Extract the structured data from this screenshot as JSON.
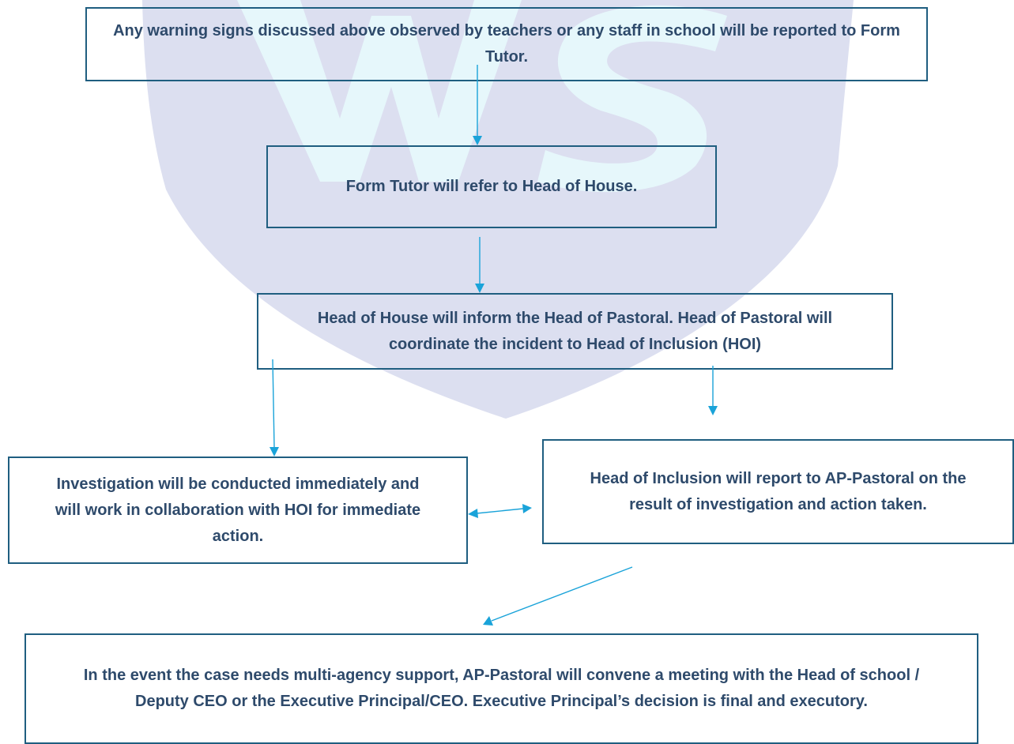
{
  "flowchart": {
    "watermark_text": "WS",
    "steps": {
      "report_to_tutor": "Any warning signs discussed above observed by teachers or any staff in school will be reported to Form Tutor.",
      "tutor_refers": "Form Tutor will refer to Head of House.",
      "house_informs": "Head of House will inform the Head of Pastoral. Head of Pastoral will coordinate the incident to Head of Inclusion (HOI)",
      "investigation": "Investigation will be conducted immediately and will work in collaboration with HOI for immediate action.",
      "inclusion_reports": "Head of Inclusion will report to AP-Pastoral on the result of investigation and action taken.",
      "multi_agency": "In the event the case needs multi-agency support, AP-Pastoral will convene a meeting with the Head of school / Deputy CEO or the Executive Principal/CEO. Executive Principal’s decision is final and executory."
    },
    "colors": {
      "box_border": "#1f5e80",
      "text": "#2e4a6b",
      "arrow": "#1aa3d9",
      "watermark_fill": "#dcdff0",
      "watermark_letters": "#e6f7fb"
    }
  }
}
